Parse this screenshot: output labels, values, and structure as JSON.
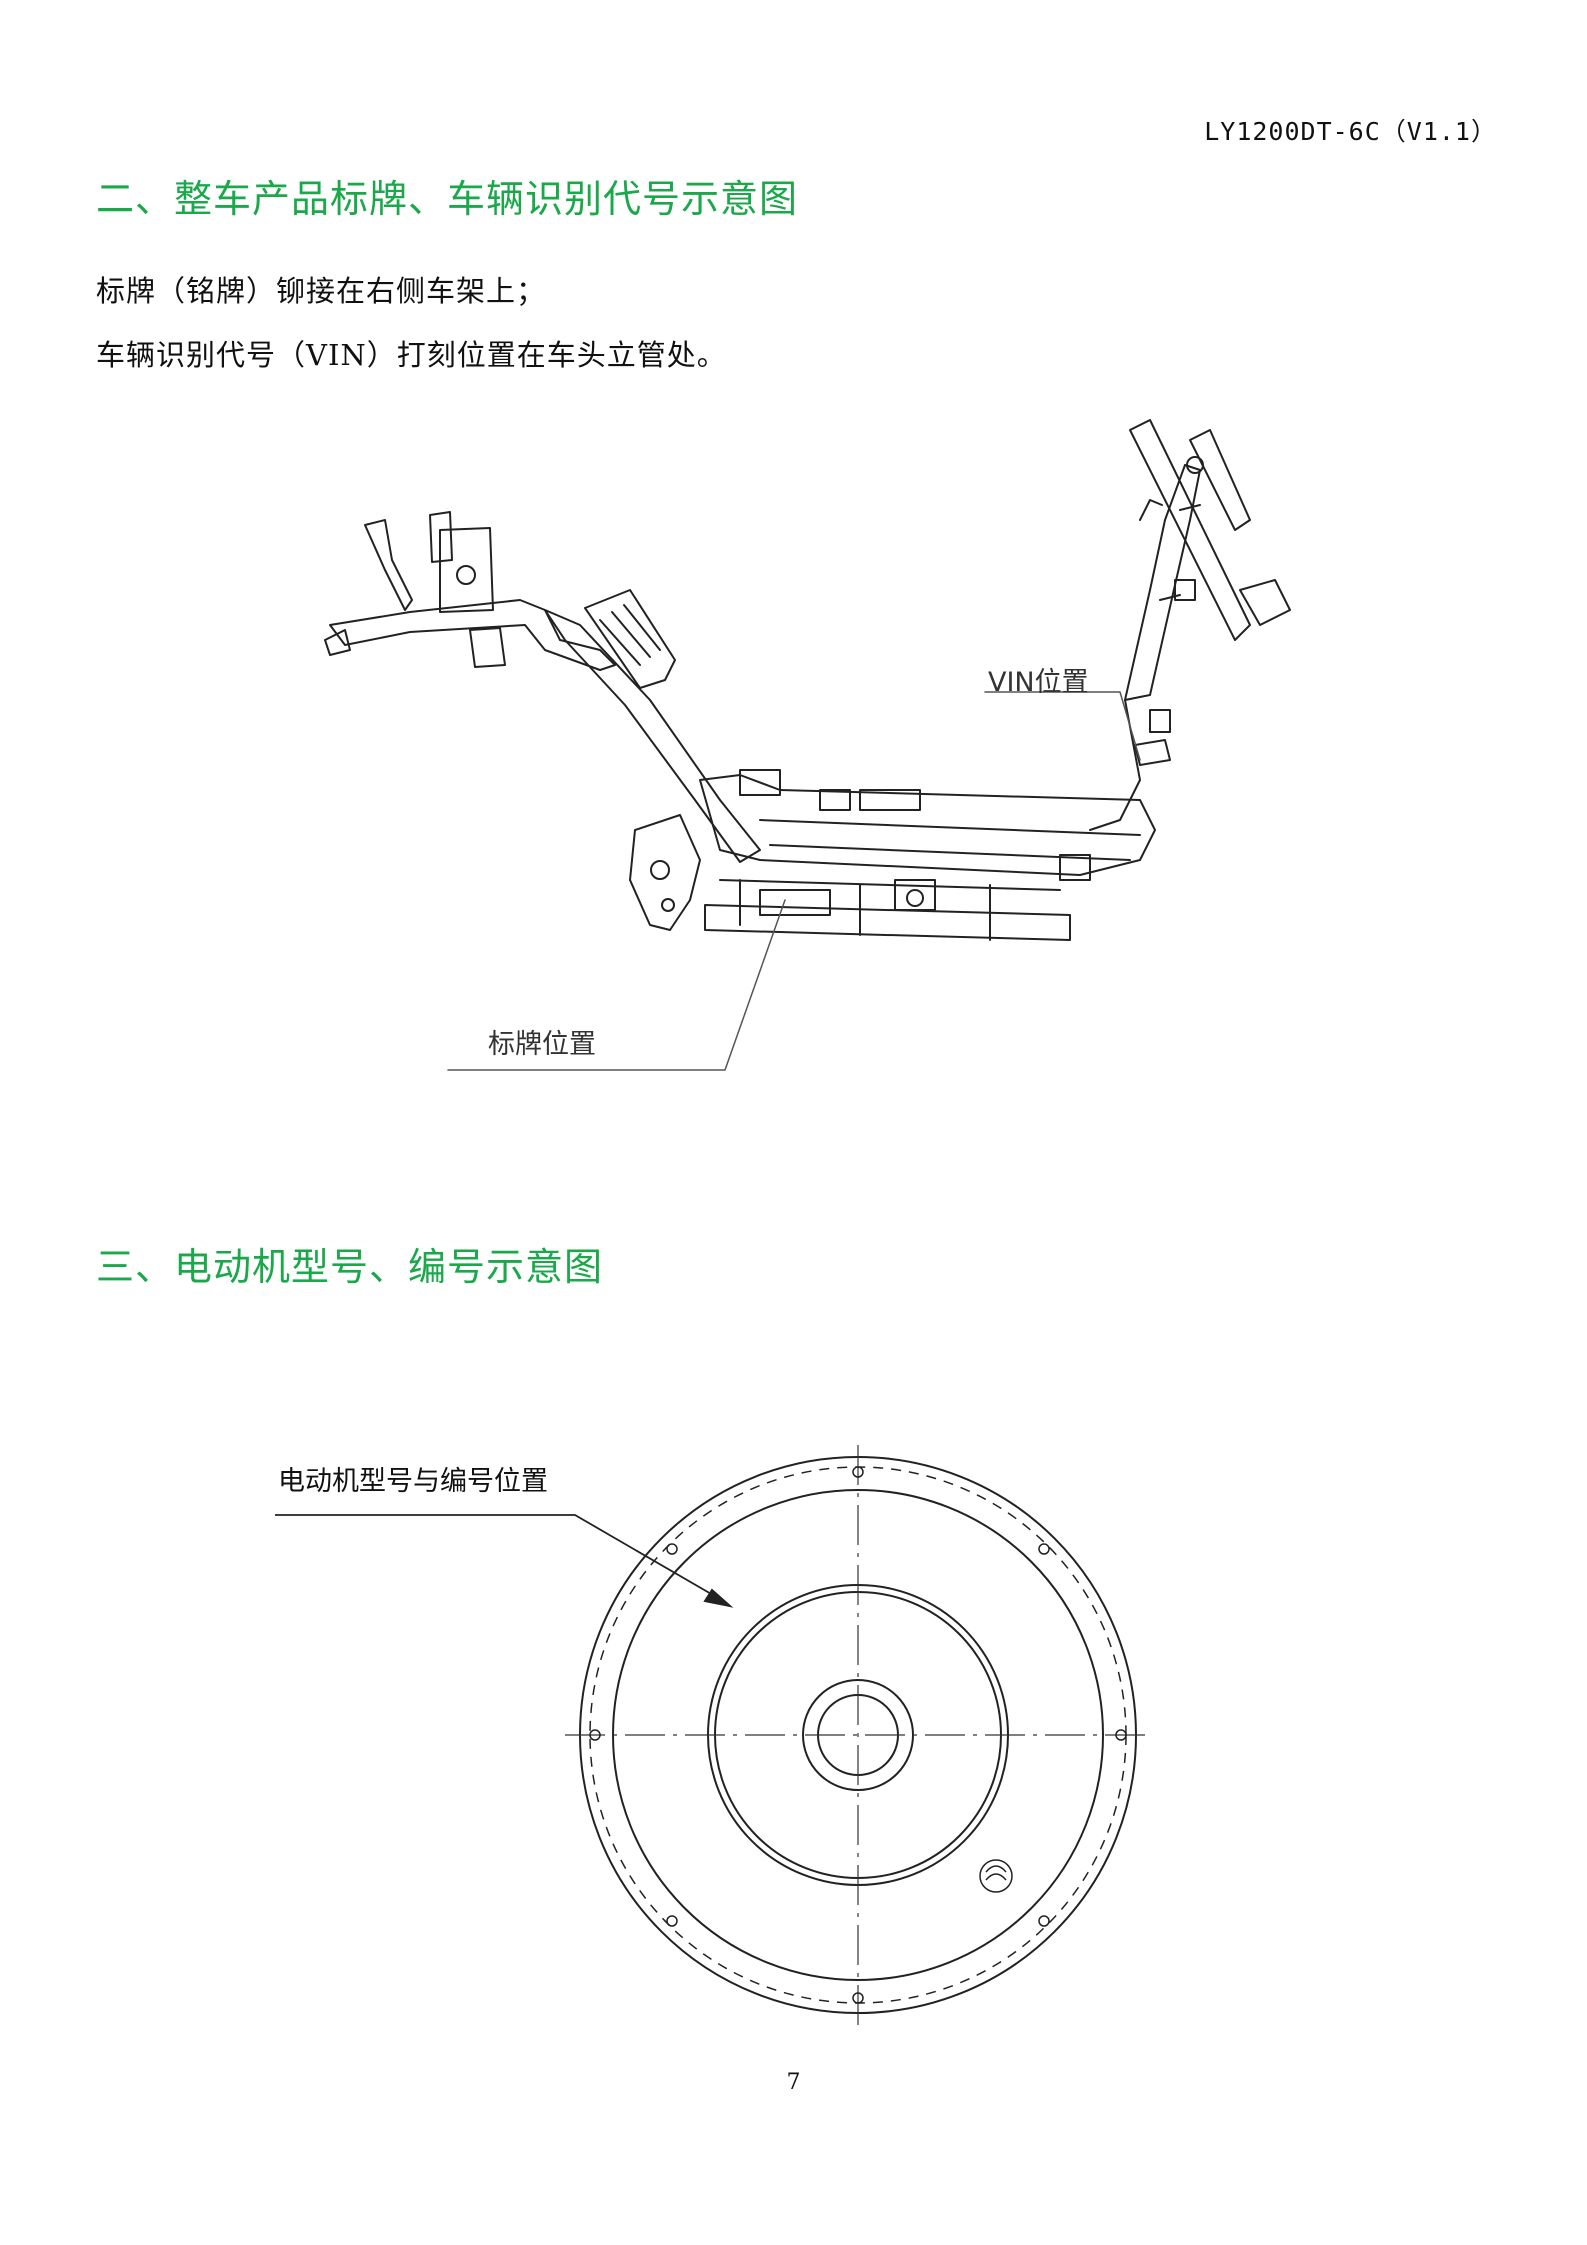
{
  "header": {
    "doc_code": "LY1200DT-6C（V1.1）"
  },
  "section2": {
    "title": "二、整车产品标牌、车辆识别代号示意图",
    "lines": [
      "标牌（铭牌）铆接在右侧车架上；",
      "车辆识别代号（VIN）打刻位置在车头立管处。"
    ],
    "figure": {
      "vin_label": "VIN位置",
      "plate_label": "标牌位置"
    }
  },
  "section3": {
    "title": "三、电动机型号、编号示意图",
    "figure": {
      "motor_label": "电动机型号与编号位置"
    }
  },
  "footer": {
    "page_number": "7"
  }
}
